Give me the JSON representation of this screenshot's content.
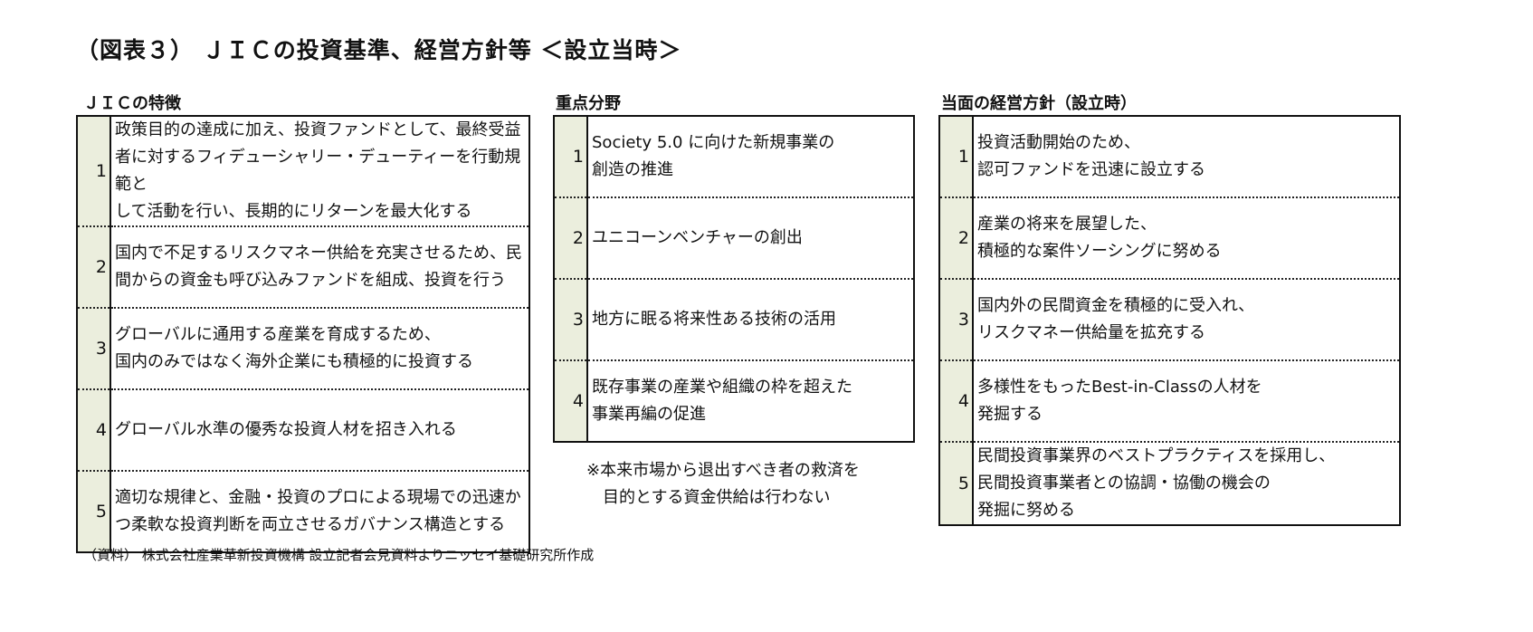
{
  "title": "（図表３） ＪＩＣの投資基準、経営方針等 ＜設立当時＞",
  "sections": [
    {
      "heading": "ＪＩＣの特徴",
      "items": [
        {
          "num": "1",
          "text": "政策目的の達成に加え、投資ファンドとして、最終受益\n者に対するフィデューシャリー・デューティーを行動規範と\nして活動を行い、長期的にリターンを最大化する"
        },
        {
          "num": "2",
          "text": "国内で不足するリスクマネー供給を充実させるため、民\n間からの資金も呼び込みファンドを組成、投資を行う"
        },
        {
          "num": "3",
          "text": "グローバルに通用する産業を育成するため、\n国内のみではなく海外企業にも積極的に投資する"
        },
        {
          "num": "4",
          "text": "グローバル水準の優秀な投資人材を招き入れる"
        },
        {
          "num": "5",
          "text": "適切な規律と、金融・投資のプロによる現場での迅速か\nつ柔軟な投資判断を両立させるガバナンス構造とする"
        }
      ]
    },
    {
      "heading": "重点分野",
      "items": [
        {
          "num": "1",
          "text": "Society 5.0 に向けた新規事業の\n創造の推進"
        },
        {
          "num": "2",
          "text": "ユニコーンベンチャーの創出"
        },
        {
          "num": "3",
          "text": "地方に眠る将来性ある技術の活用"
        },
        {
          "num": "4",
          "text": "既存事業の産業や組織の枠を超えた\n事業再編の促進"
        }
      ],
      "note": "※本来市場から退出すべき者の救済を\n　目的とする資金供給は行わない"
    },
    {
      "heading": "当面の経営方針（設立時）",
      "items": [
        {
          "num": "1",
          "text": "投資活動開始のため、\n認可ファンドを迅速に設立する"
        },
        {
          "num": "2",
          "text": "産業の将来を展望した、\n積極的な案件ソーシングに努める"
        },
        {
          "num": "3",
          "text": "国内外の民間資金を積極的に受入れ、\nリスクマネー供給量を拡充する"
        },
        {
          "num": "4",
          "text": "多様性をもったBest-in-Classの人材を\n発掘する"
        },
        {
          "num": "5",
          "text": "民間投資事業界のベストプラクティスを採用し、\n民間投資事業者との協調・協働の機会の\n発掘に努める"
        }
      ]
    }
  ],
  "source": "（資料） 株式会社産業革新投資機構 設立記者会見資料よりニッセイ基礎研究所作成"
}
